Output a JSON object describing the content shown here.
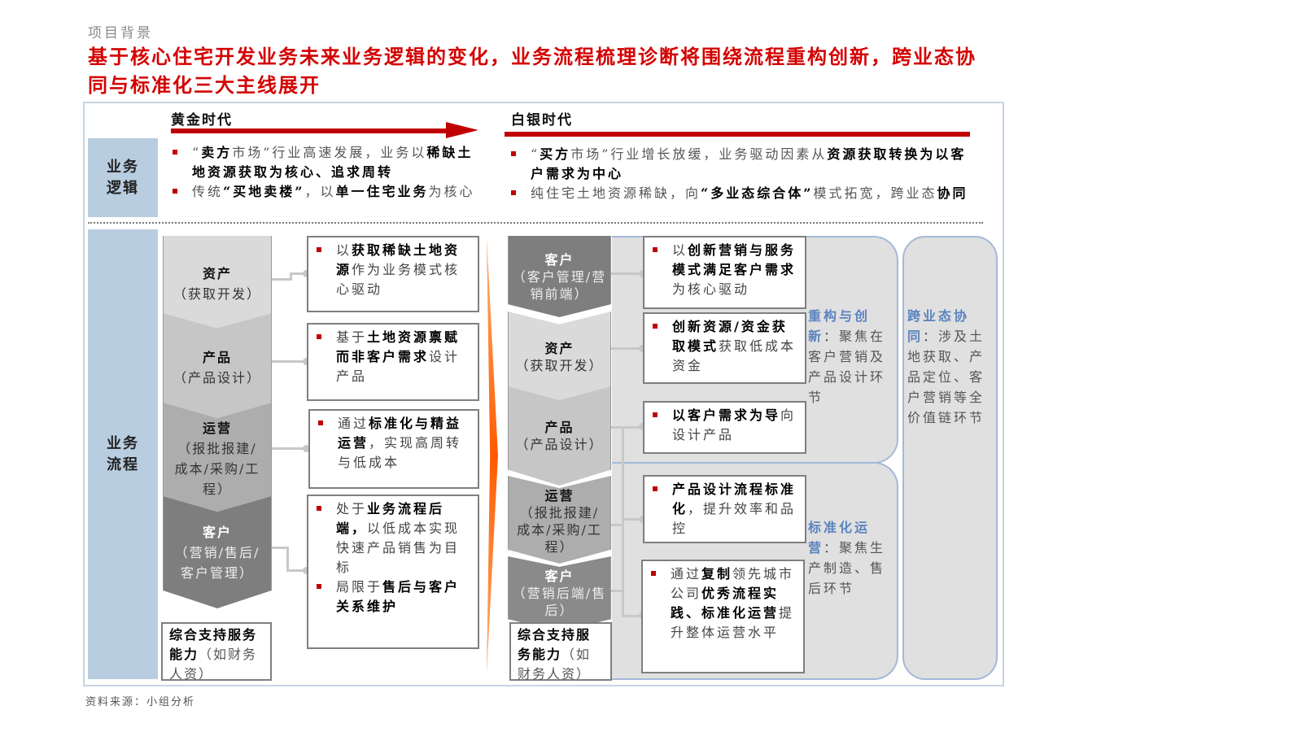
{
  "header": {
    "section": "项目背景",
    "title": "基于核心住宅开发业务未来业务逻辑的变化，业务流程梳理诊断将围绕流程重构创新，跨业态协同与标准化三大主线展开"
  },
  "labels": {
    "logic": "业务逻辑",
    "process": "业务流程"
  },
  "golden": {
    "title": "黄金时代",
    "bullets": [
      [
        {
          "t": "“"
        },
        {
          "t": "卖方",
          "b": 1
        },
        {
          "t": "市场”行业高速发展，业务以"
        },
        {
          "t": "稀缺土地资源获取为核心、追求周转",
          "b": 1
        }
      ],
      [
        {
          "t": "传统"
        },
        {
          "t": "“买地卖楼”",
          "b": 1
        },
        {
          "t": "，以"
        },
        {
          "t": "单一住宅业务",
          "b": 1
        },
        {
          "t": "为核心"
        }
      ]
    ],
    "stages": [
      {
        "name": "资产",
        "sub": "（获取开发）"
      },
      {
        "name": "产品",
        "sub": "（产品设计）"
      },
      {
        "name": "运营",
        "sub": "（报批报建/成本/采购/工程）"
      },
      {
        "name": "客户",
        "sub": "（营销/售后/客户管理）"
      }
    ],
    "support": [
      {
        "t": "综合支持服务能力",
        "b": 1
      },
      {
        "t": "（如财务人资）"
      }
    ],
    "boxes": [
      [
        [
          {
            "t": "以"
          },
          {
            "t": "获取稀缺土地资源",
            "b": 1
          },
          {
            "t": "作为业务模式核心驱动"
          }
        ]
      ],
      [
        [
          {
            "t": "基于"
          },
          {
            "t": "土地资源禀赋而非客户需求",
            "b": 1
          },
          {
            "t": "设计产品"
          }
        ]
      ],
      [
        [
          {
            "t": "通过"
          },
          {
            "t": "标准化与精益运营",
            "b": 1
          },
          {
            "t": "，实现高周转与低成本"
          }
        ]
      ],
      [
        [
          {
            "t": "处于"
          },
          {
            "t": "业务流程后端，",
            "b": 1
          },
          {
            "t": "以低成本实现快速产品销售为目标"
          }
        ],
        [
          {
            "t": "局限于"
          },
          {
            "t": "售后与客户关系维护",
            "b": 1
          }
        ]
      ]
    ]
  },
  "silver": {
    "title": "白银时代",
    "bullets": [
      [
        {
          "t": "“"
        },
        {
          "t": "买方",
          "b": 1
        },
        {
          "t": "市场”行业增长放缓，业务驱动因素从"
        },
        {
          "t": "资源获取转换为以客户需求为中心",
          "b": 1
        }
      ],
      [
        {
          "t": "纯住宅土地资源稀缺，向"
        },
        {
          "t": "“多业态综合体”",
          "b": 1
        },
        {
          "t": "模式拓宽，跨业态"
        },
        {
          "t": "协同",
          "b": 1
        }
      ]
    ],
    "stages": [
      {
        "name": "客户",
        "sub": "（客户管理/营销前端）"
      },
      {
        "name": "资产",
        "sub": "（获取开发）"
      },
      {
        "name": "产品",
        "sub": "（产品设计）"
      },
      {
        "name": "运营",
        "sub": "（报批报建/成本/采购/工程）"
      },
      {
        "name": "客户",
        "sub": "（营销后端/售后）"
      }
    ],
    "support": [
      {
        "t": "综合支持服务能力",
        "b": 1
      },
      {
        "t": "（如财务人资）"
      }
    ],
    "boxes": [
      [
        [
          {
            "t": "以"
          },
          {
            "t": "创新营销与服务模式满足客户需求",
            "b": 1
          },
          {
            "t": "为核心驱动"
          }
        ]
      ],
      [
        [
          {
            "t": "创新资源/资金获取模式",
            "b": 1
          },
          {
            "t": "获取低成本资金"
          }
        ]
      ],
      [
        [
          {
            "t": "以客户需求为导",
            "b": 1
          },
          {
            "t": "向设计产品"
          }
        ]
      ],
      [
        [
          {
            "t": "产品设计流程标准化",
            "b": 1
          },
          {
            "t": "，提升效率和品控"
          }
        ]
      ],
      [
        [
          {
            "t": "通过"
          },
          {
            "t": "复制",
            "b": 1
          },
          {
            "t": "领先城市公司"
          },
          {
            "t": "优秀流程实践、标准化运营",
            "b": 1
          },
          {
            "t": "提升整体运营水平"
          }
        ]
      ]
    ],
    "themes": [
      {
        "key": "重构与创新",
        "text": "：聚焦在客户营销及产品设计环节"
      },
      {
        "key": "标准化运营",
        "text": "：聚焦生产制造、售后环节"
      },
      {
        "key": "跨业态协同",
        "text": "：涉及土地获取、产品定位、客户营销等全价值链环节"
      }
    ]
  },
  "source": "资料来源：小组分析"
}
